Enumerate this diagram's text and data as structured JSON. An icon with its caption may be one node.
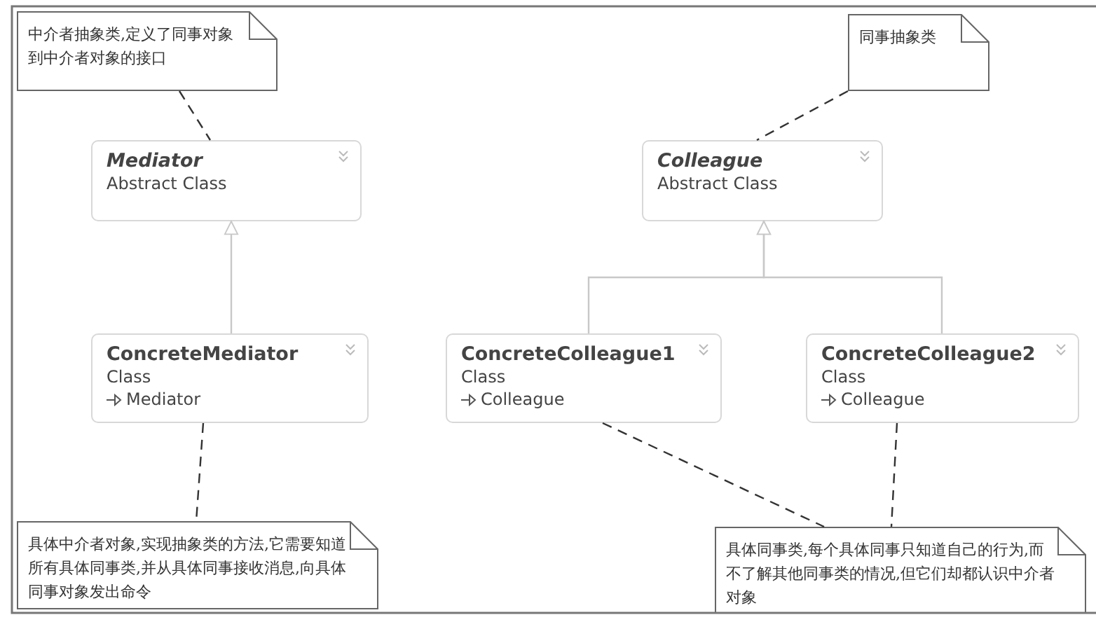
{
  "diagram": {
    "nodes": [
      {
        "text": [
          "中介者抽象类,定义了同事对象到中介者对象的接口"
        ]
      },
      {
        "text": [
          "Mediator",
          "Abstract Class"
        ]
      },
      {
        "text": [
          "同事抽象类"
        ]
      },
      {
        "text": [
          "Colleague",
          "Abstract Class"
        ]
      },
      {
        "text": [
          "ConcreteMediator",
          "Class",
          "Mediator"
        ]
      },
      {
        "text": [
          "ConcreteColleague1",
          "Class",
          "Colleague"
        ]
      },
      {
        "text": [
          "ConcreteColleague2",
          "Class",
          "Colleague"
        ]
      },
      {
        "text": [
          "具体中介者对象,实现抽象类的方法,它需要知道所有具体同事类,并从具体同事接收消息,向具体同事对象发出命令"
        ]
      },
      {
        "text": [
          "具体同事类,每个具体同事只知道自己的行为,而不了解其他同事类的情况,但它们却都认识中介者对象"
        ]
      }
    ],
    "edges": [
      {
        "from": 0,
        "to": 1,
        "arrow": "none",
        "style": "dashed"
      },
      {
        "from": 2,
        "to": 3,
        "arrow": "none",
        "style": "dashed"
      },
      {
        "from": 4,
        "to": 1,
        "arrow": "to",
        "color": "#c8c8c8"
      },
      {
        "from": 5,
        "to": 3,
        "arrow": "to",
        "color": "#c8c8c8"
      },
      {
        "from": 6,
        "to": 3,
        "arrow": "to",
        "color": "#c8c8c8"
      },
      {
        "from": 4,
        "to": 7,
        "arrow": "none",
        "style": "dashed"
      },
      {
        "from": 5,
        "to": 8,
        "arrow": "none",
        "style": "dashed"
      },
      {
        "from": 6,
        "to": 8,
        "arrow": "none",
        "style": "dashed"
      }
    ]
  }
}
